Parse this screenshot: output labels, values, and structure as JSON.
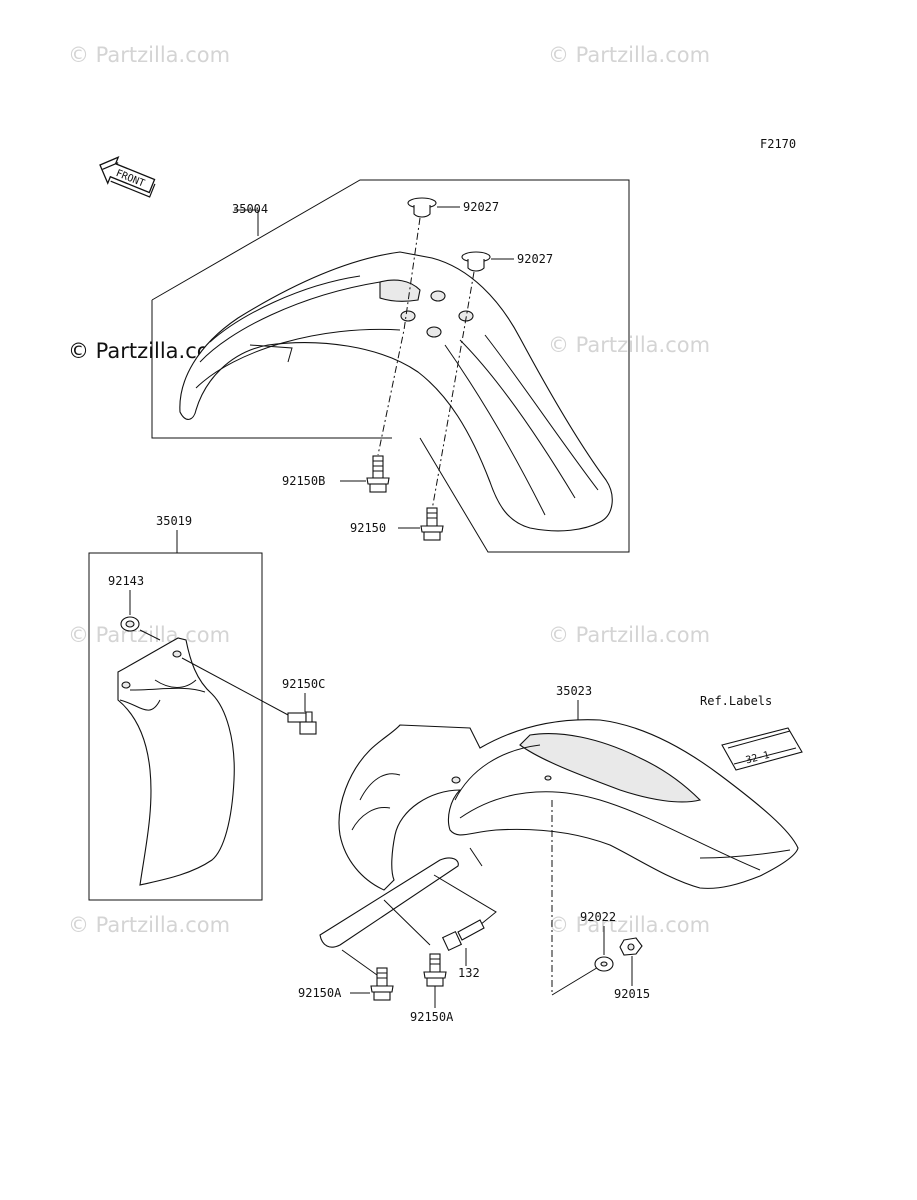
{
  "figure_code": "F2170",
  "front_label": "FRONT",
  "watermark": "© Partzilla.com",
  "ref_labels": "Ref.Labels",
  "ref_label_tag": "32-1",
  "parts": {
    "front_fender": "35004",
    "front_fender_grommet_upper": "92027",
    "front_fender_grommet_lower": "92027",
    "front_fender_bolt_b": "92150B",
    "front_fender_bolt": "92150",
    "fork_guard": "35019",
    "fork_guard_washer": "92143",
    "fork_guard_bolt": "92150C",
    "rear_fender": "35023",
    "rear_washer": "92022",
    "rear_nut": "92015",
    "rear_bolt_132": "132",
    "rear_bolt_a_left": "92150A",
    "rear_bolt_a_right": "92150A"
  }
}
